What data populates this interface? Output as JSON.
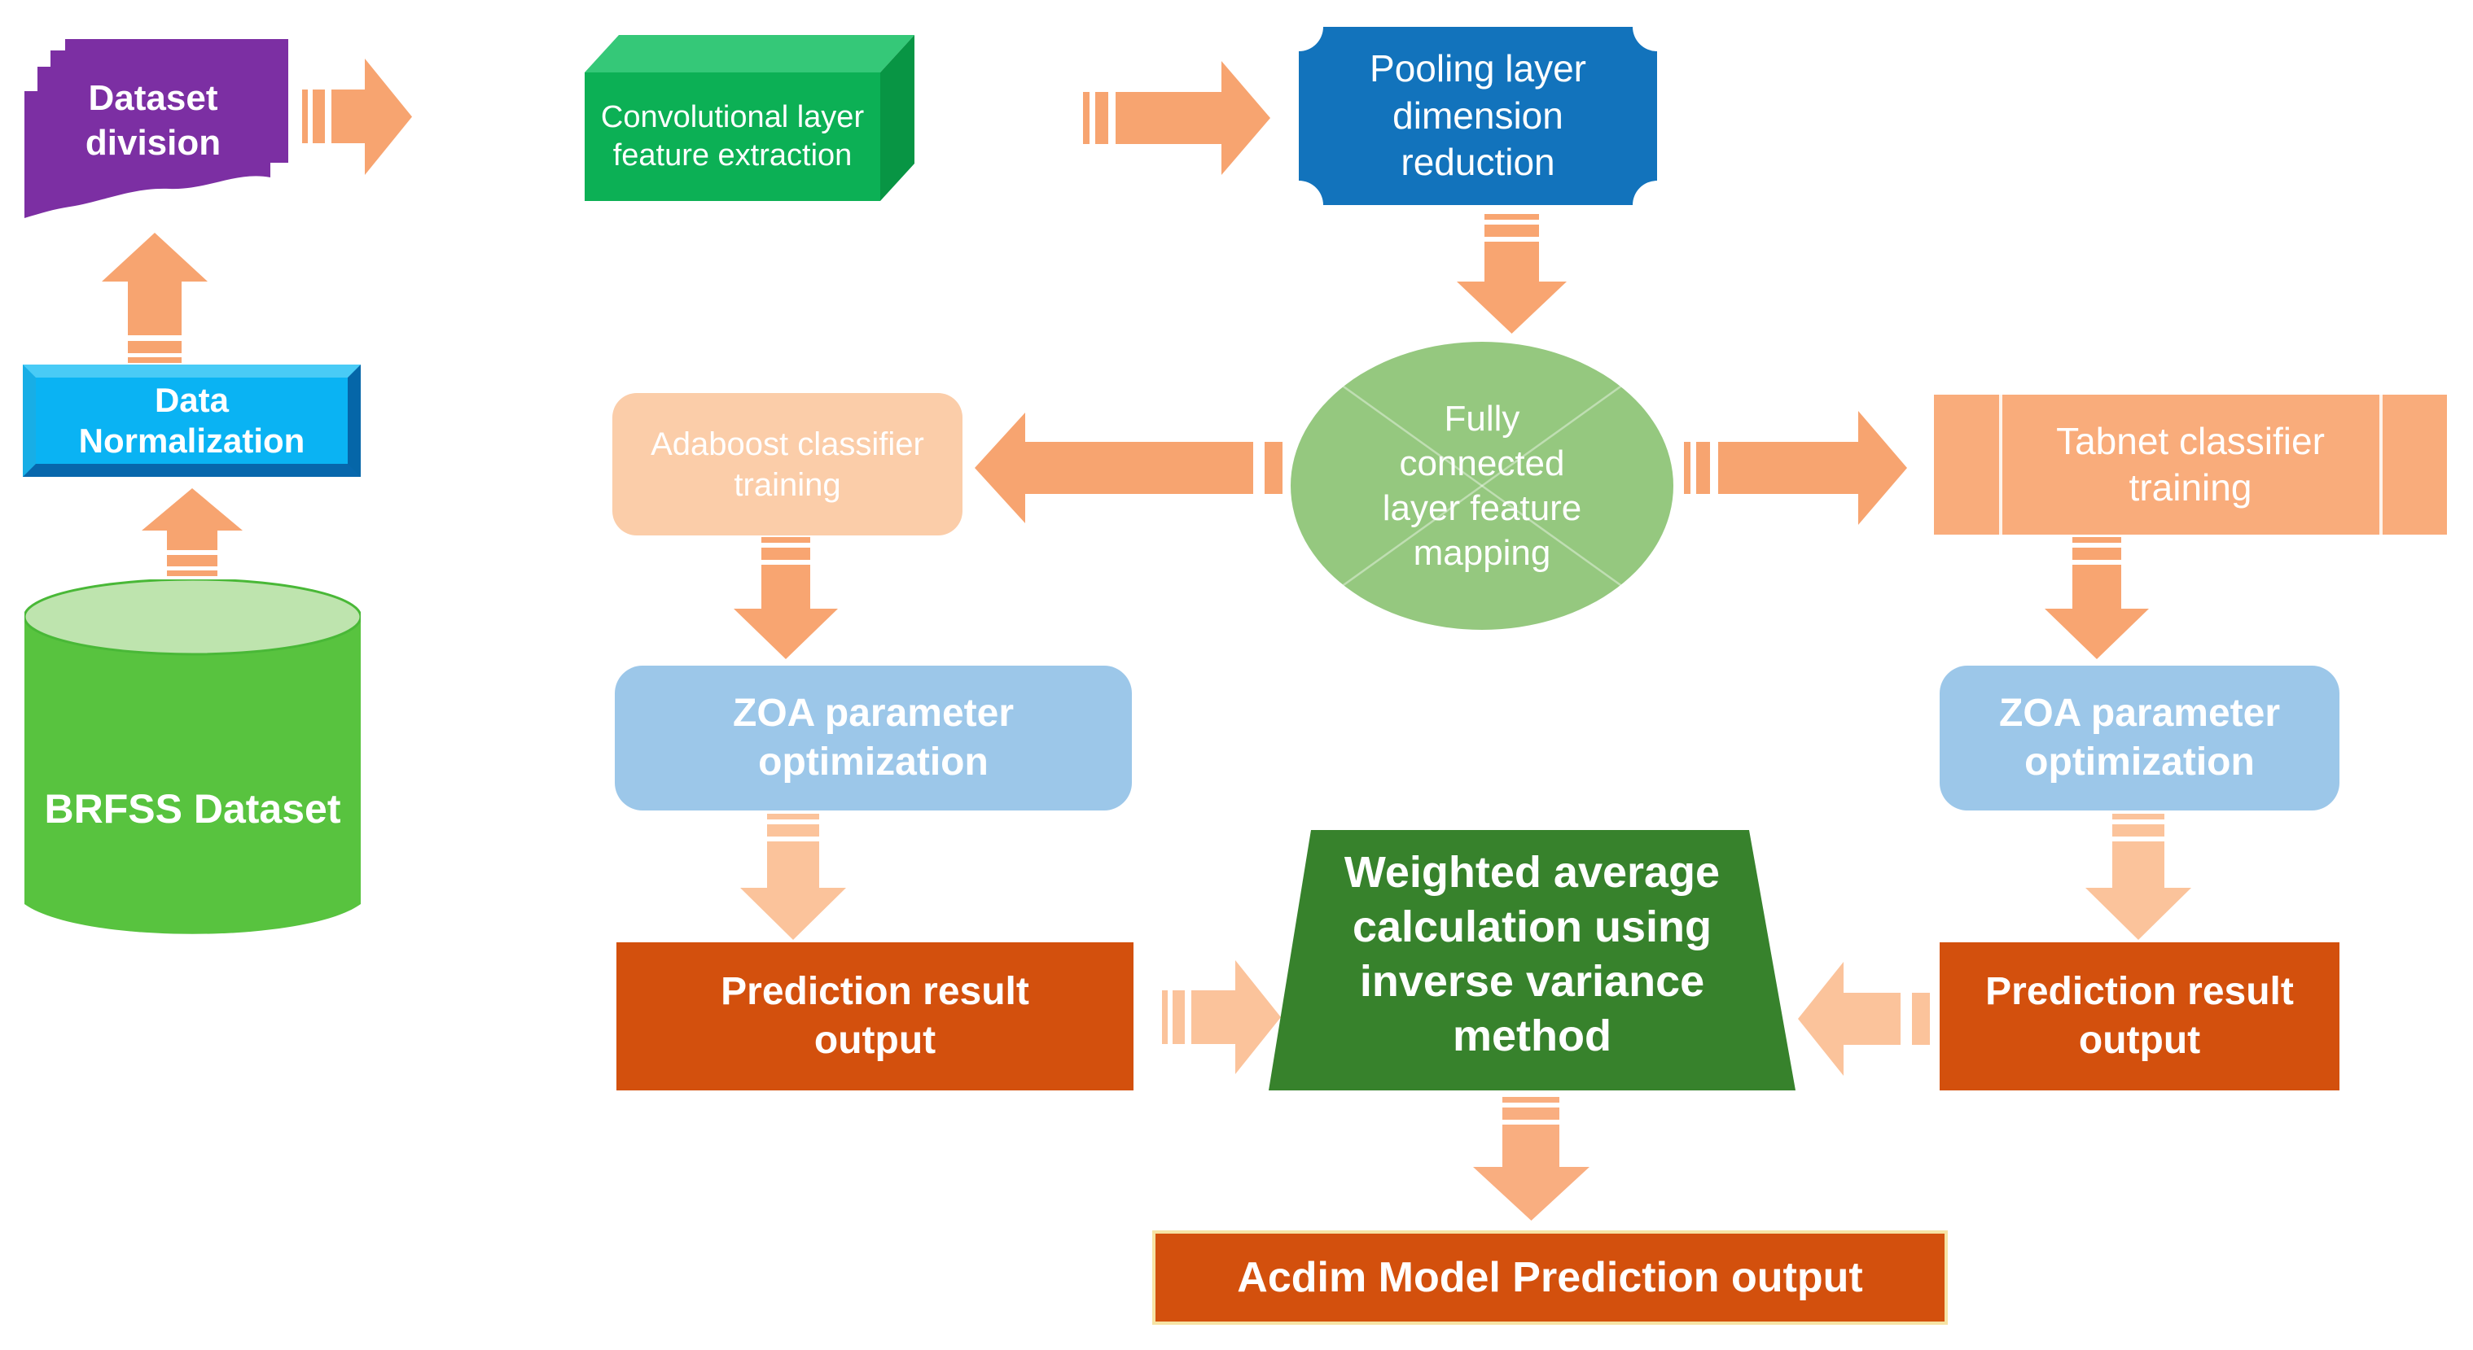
{
  "nodes": {
    "brfss_dataset": {
      "label": "BRFSS Dataset"
    },
    "data_normalization": {
      "label": "Data\nNormalization"
    },
    "dataset_division": {
      "label": "Dataset\ndivision"
    },
    "convolutional": {
      "label": "Convolutional layer\nfeature extraction"
    },
    "pooling": {
      "label": "Pooling layer\ndimension\nreduction"
    },
    "fully_connected": {
      "label": "Fully\nconnected\nlayer feature\nmapping"
    },
    "adaboost": {
      "label": "Adaboost classifier\ntraining"
    },
    "tabnet": {
      "label": "Tabnet classifier\ntraining"
    },
    "zoa_left": {
      "label": "ZOA parameter\noptimization"
    },
    "zoa_right": {
      "label": "ZOA parameter\noptimization"
    },
    "prediction_left": {
      "label": "Prediction result\noutput"
    },
    "prediction_right": {
      "label": "Prediction result\noutput"
    },
    "weighted_average": {
      "label": "Weighted average\ncalculation using\ninverse variance\nmethod"
    },
    "acdim_output": {
      "label": "Acdim Model Prediction output"
    }
  },
  "colors": {
    "purple": "#7C2FA3",
    "cube_front": "#0CB055",
    "cube_top": "#35C878",
    "cube_side": "#089544",
    "plaque_blue": "#1273BC",
    "ellipse_green": "#95C87F",
    "adaboost_peach": "#FBCDA9",
    "tabnet_peach": "#F9AC7B",
    "zoa_blue": "#9CC7E9",
    "prediction_orange": "#D3500D",
    "trapezoid_green": "#37822C",
    "acdim_border_cream": "#F6E3A4",
    "norm_cyan": "#0AB3F3",
    "cylinder_green": "#58C33F",
    "arrow_main": "#F7A470",
    "arrow_light": "#FBC39B",
    "text": "#FFFFFF"
  }
}
